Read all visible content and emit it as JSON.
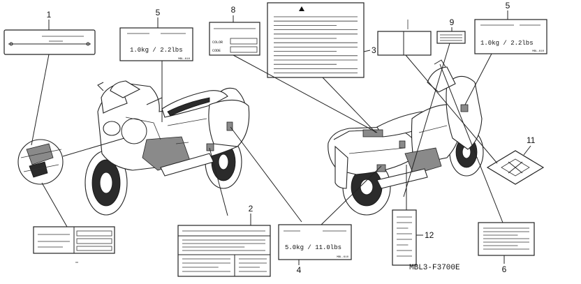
{
  "callouts": {
    "c1": "1",
    "c2": "2",
    "c3": "3",
    "c4": "4",
    "c5a": "5",
    "c5b": "5",
    "c6": "6",
    "c8": "8",
    "c9": "9",
    "c11": "11",
    "c12": "12"
  },
  "labels": {
    "load_small_left": "1.0kg / 2.2lbs",
    "load_small_right": "1.0kg / 2.2lbs",
    "load_large": "5.0kg / 11.0lbs",
    "code_left": "MBL-610",
    "code_right": "MBL-610",
    "code_center": "MBL-610",
    "color_field": "COLOR",
    "code_field": "CODE"
  },
  "figure_id": "MBL3-F3700E"
}
